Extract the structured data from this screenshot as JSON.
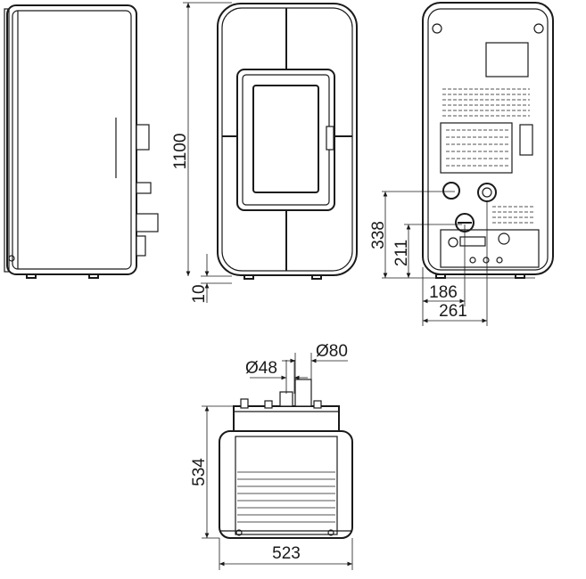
{
  "dimensions": {
    "height_total": "1100",
    "foot_height": "10",
    "outlet_338": "338",
    "outlet_211": "211",
    "offset_186": "186",
    "offset_261": "261",
    "depth": "534",
    "width": "523",
    "dia_48": "Ø48",
    "dia_80": "Ø80"
  }
}
